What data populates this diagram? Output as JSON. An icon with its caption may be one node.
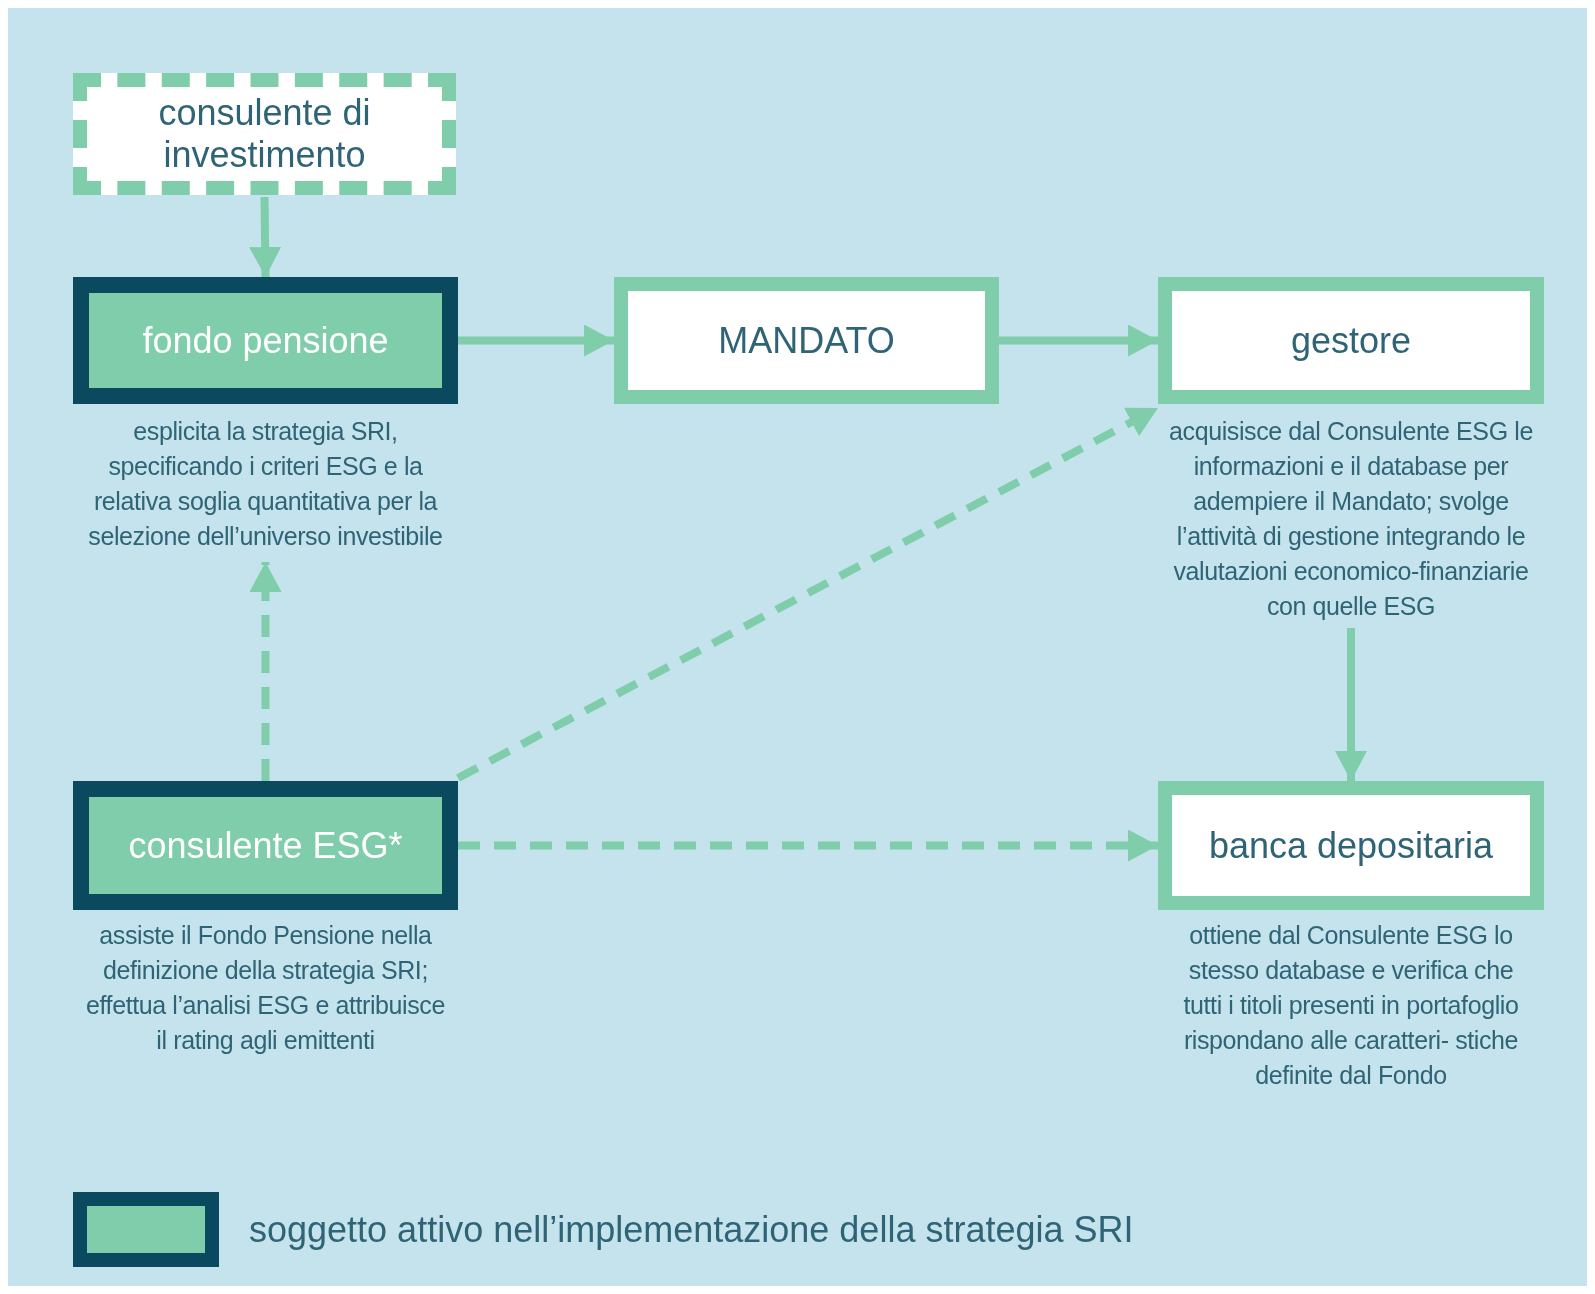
{
  "diagram": {
    "nodes": [
      {
        "text": [
          "consulente di investimento"
        ]
      },
      {
        "text": [
          "fondo pensione"
        ],
        "beside": [
          "esplicita la strategia SRI, specificando i criteri ESG e la relativa soglia quantitativa per la selezione dell’universo investibile"
        ]
      },
      {
        "text": [
          "MANDATO"
        ]
      },
      {
        "text": [
          "gestore"
        ],
        "beside": [
          "acquisisce dal Consulente ESG le informazioni e il database per adempiere il Mandato; svolge l’attività di gestione integrando le valutazioni economico-finanziarie con quelle ESG"
        ]
      },
      {
        "text": [
          "consulente ESG*"
        ],
        "beside": [
          "assiste il Fondo Pensione nella definizione della strategia SRI; effettua l’analisi ESG e attribuisce il rating agli emittenti"
        ]
      },
      {
        "text": [
          "banca depositaria"
        ],
        "beside": [
          "ottiene dal Consulente ESG lo stesso database e verifica che tutti i titoli presenti in portafoglio rispondano alle caratteri- stiche definite dal Fondo"
        ]
      }
    ],
    "edges": [
      {
        "from": 0,
        "to": 1,
        "arrow": "to"
      },
      {
        "from": 1,
        "to": 2,
        "arrow": "to"
      },
      {
        "from": 2,
        "to": 3,
        "arrow": "to"
      },
      {
        "from": 4,
        "to": 1,
        "arrow": "to",
        "style": "dashed"
      },
      {
        "from": 4,
        "to": 3,
        "arrow": "to",
        "style": "dashed"
      },
      {
        "from": 4,
        "to": 5,
        "arrow": "to",
        "style": "dashed"
      },
      {
        "from": 3,
        "to": 5,
        "arrow": "to"
      }
    ],
    "legend": [
      {
        "text": "soggetto attivo nell’implementazione della strategia SRI",
        "color": "#7fcdaa"
      }
    ]
  }
}
